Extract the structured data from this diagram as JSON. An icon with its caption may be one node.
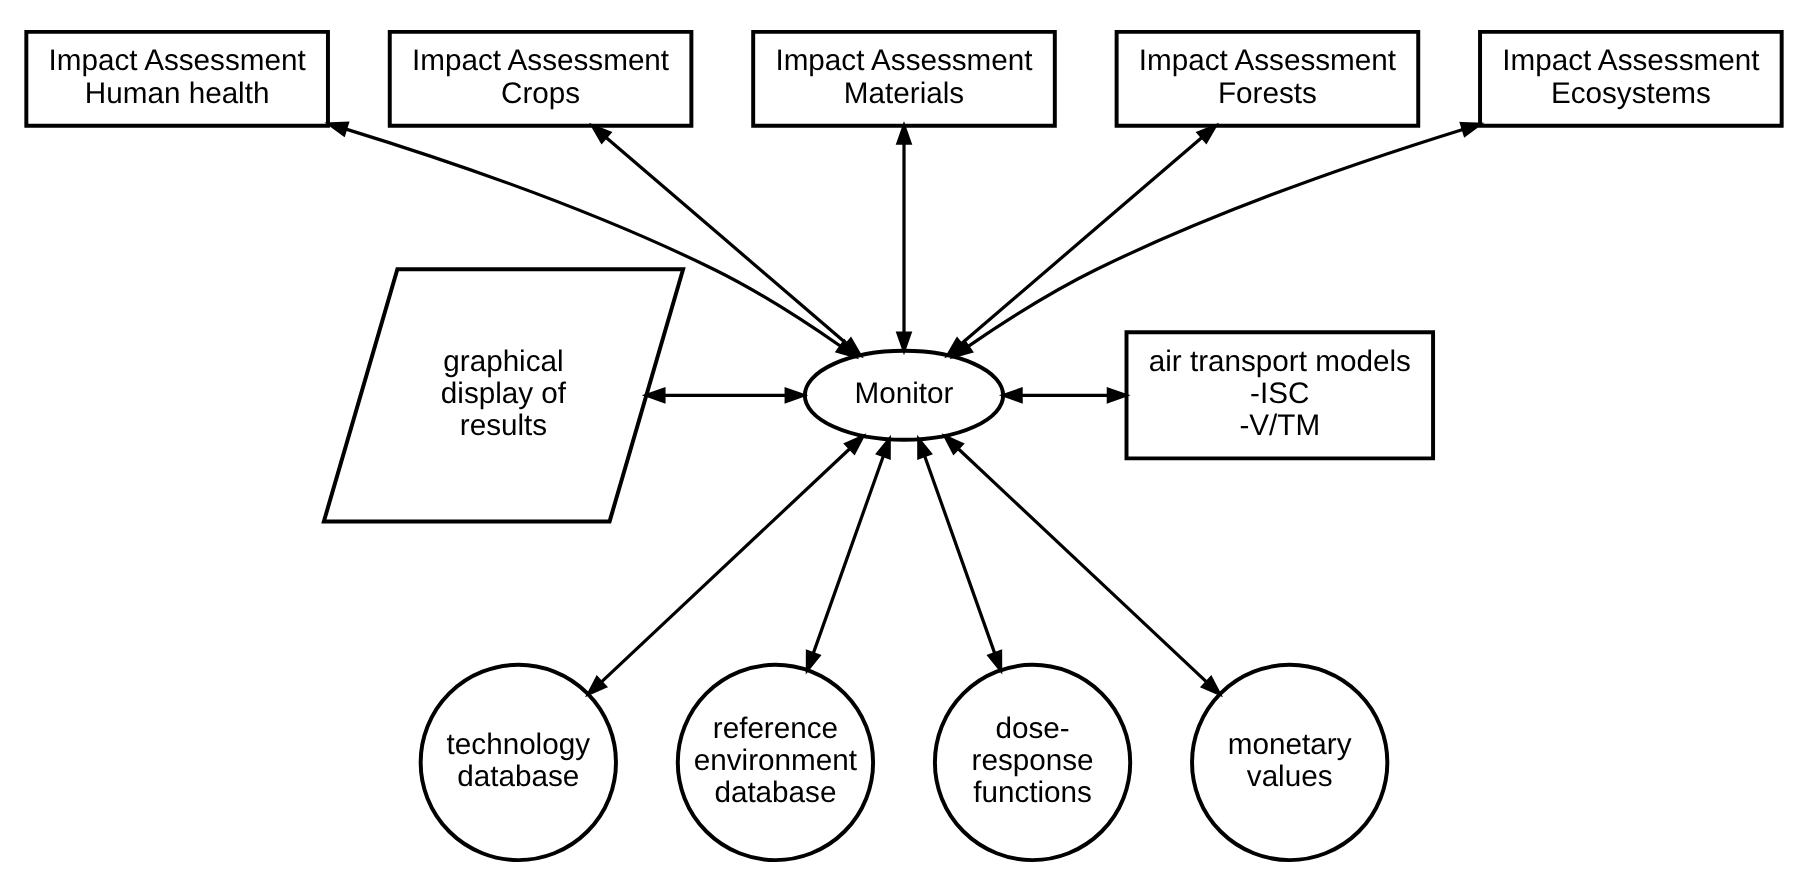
{
  "diagram": {
    "nodes": [
      {
        "text": [
          "Impact Assessment",
          "Human health"
        ]
      },
      {
        "text": [
          "Impact Assessment",
          "Crops"
        ]
      },
      {
        "text": [
          "Impact Assessment",
          "Materials"
        ]
      },
      {
        "text": [
          "Impact Assessment",
          "Forests"
        ]
      },
      {
        "text": [
          "Impact Assessment",
          "Ecosystems"
        ]
      },
      {
        "text": [
          "graphical display of results"
        ]
      },
      {
        "text": [
          "Monitor"
        ]
      },
      {
        "text": [
          "air transport models",
          "-ISC",
          "-V/TM"
        ]
      },
      {
        "text": [
          "technology database"
        ]
      },
      {
        "text": [
          "reference environment database"
        ]
      },
      {
        "text": [
          "dose-response functions"
        ]
      },
      {
        "text": [
          "monetary values"
        ]
      }
    ],
    "edges": [
      {
        "from": 0,
        "to": 6,
        "arrow": "both"
      },
      {
        "from": 1,
        "to": 6,
        "arrow": "both"
      },
      {
        "from": 2,
        "to": 6,
        "arrow": "both"
      },
      {
        "from": 3,
        "to": 6,
        "arrow": "both"
      },
      {
        "from": 4,
        "to": 6,
        "arrow": "both"
      },
      {
        "from": 5,
        "to": 6,
        "arrow": "both"
      },
      {
        "from": 6,
        "to": 7,
        "arrow": "both"
      },
      {
        "from": 6,
        "to": 8,
        "arrow": "both"
      },
      {
        "from": 6,
        "to": 9,
        "arrow": "both"
      },
      {
        "from": 6,
        "to": 10,
        "arrow": "both"
      },
      {
        "from": 6,
        "to": 11,
        "arrow": "both"
      }
    ]
  }
}
